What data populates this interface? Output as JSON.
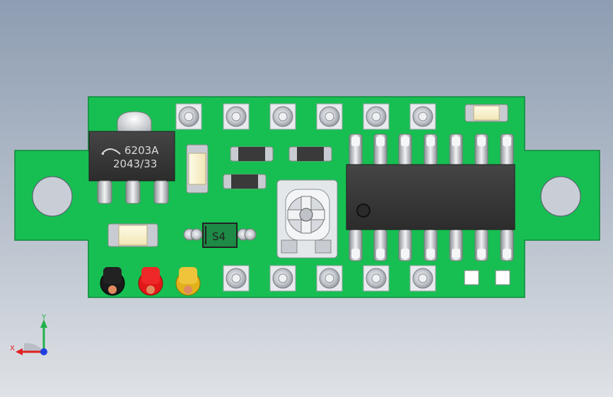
{
  "regulator": {
    "line1": "6203A",
    "line2": "2043/33"
  },
  "diode": {
    "marking": "S4"
  },
  "axis_triad": {
    "y_label": "Y",
    "x_label": "X"
  },
  "colors": {
    "pcb": "#17bf52",
    "pcb_edge": "#0f8a3a",
    "ic_body": "#3a3a3a",
    "wire_black": "#1a1a1a",
    "wire_red": "#e01818",
    "wire_yellow": "#e2b21a",
    "axis_y": "#22b14c",
    "axis_x": "#e02020",
    "axis_z": "#1f3fe0"
  }
}
